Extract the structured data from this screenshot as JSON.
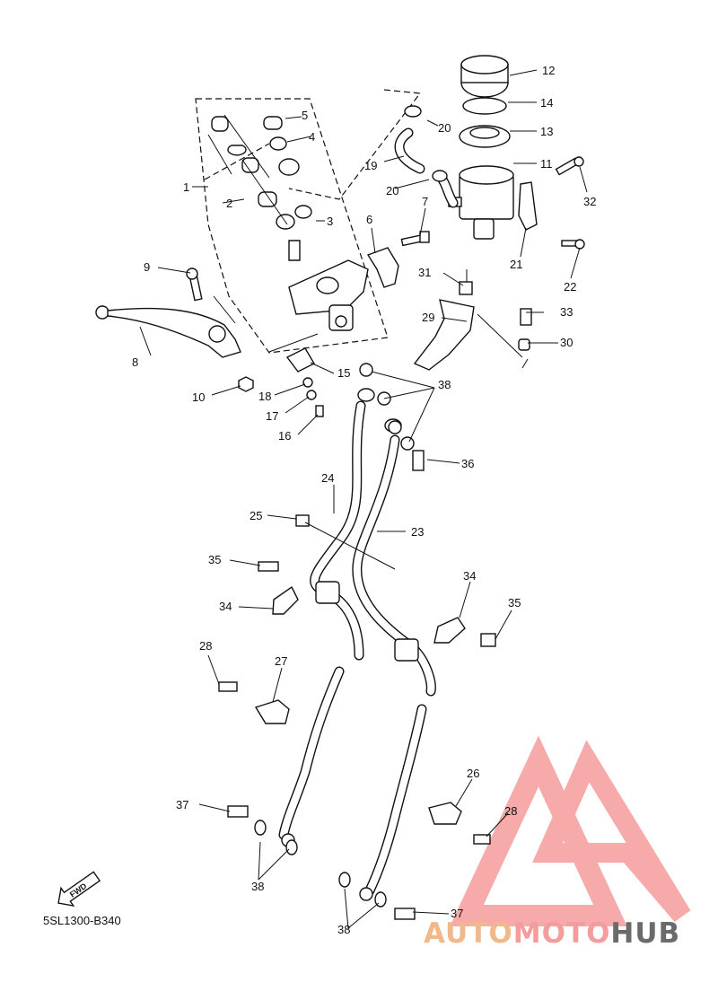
{
  "diagram_code": "5SL1300-B340",
  "fwd_label": "FWD",
  "brand": {
    "part1": "AUTO",
    "part2": "MOTO",
    "part3": "HUB"
  },
  "callouts": [
    "1",
    "2",
    "3",
    "5",
    "4",
    "6",
    "7",
    "8",
    "9",
    "10",
    "11",
    "12",
    "13",
    "14",
    "15",
    "16",
    "17",
    "18",
    "19",
    "20",
    "20",
    "21",
    "22",
    "23",
    "24",
    "25",
    "26",
    "27",
    "28",
    "28",
    "29",
    "30",
    "31",
    "32",
    "33",
    "34",
    "34",
    "35",
    "35",
    "36",
    "37",
    "37",
    "38",
    "38",
    "38"
  ],
  "colors": {
    "line": "#111111",
    "watermark_red": "#f59c9c",
    "watermark_orange": "#f2b88a",
    "watermark_gray": "#6b6b6b"
  }
}
